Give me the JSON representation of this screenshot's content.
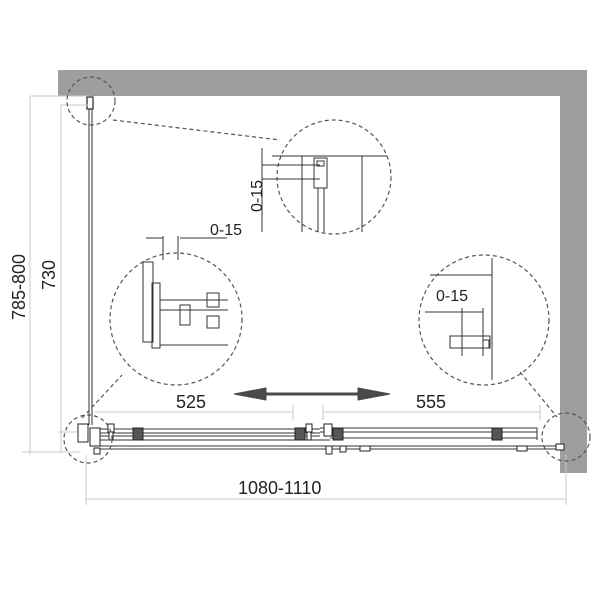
{
  "diagram": {
    "type": "shower-enclosure-plan",
    "colors": {
      "wall": "#9e9e9e",
      "line": "#333333",
      "dim_line": "#c8c8c8",
      "callout": "#555555",
      "arrow": "#4a4a4a"
    },
    "dimensions": {
      "overall_depth": "785-800",
      "panel_depth": "730",
      "overall_width": "1080-1110",
      "left_door_travel": "525",
      "right_door_travel": "555"
    },
    "callouts": {
      "top_detail_gap": "0-15",
      "left_detail_gap": "0-15",
      "right_detail_gap": "0-15"
    },
    "arrow": {
      "label": "sliding-direction"
    }
  }
}
